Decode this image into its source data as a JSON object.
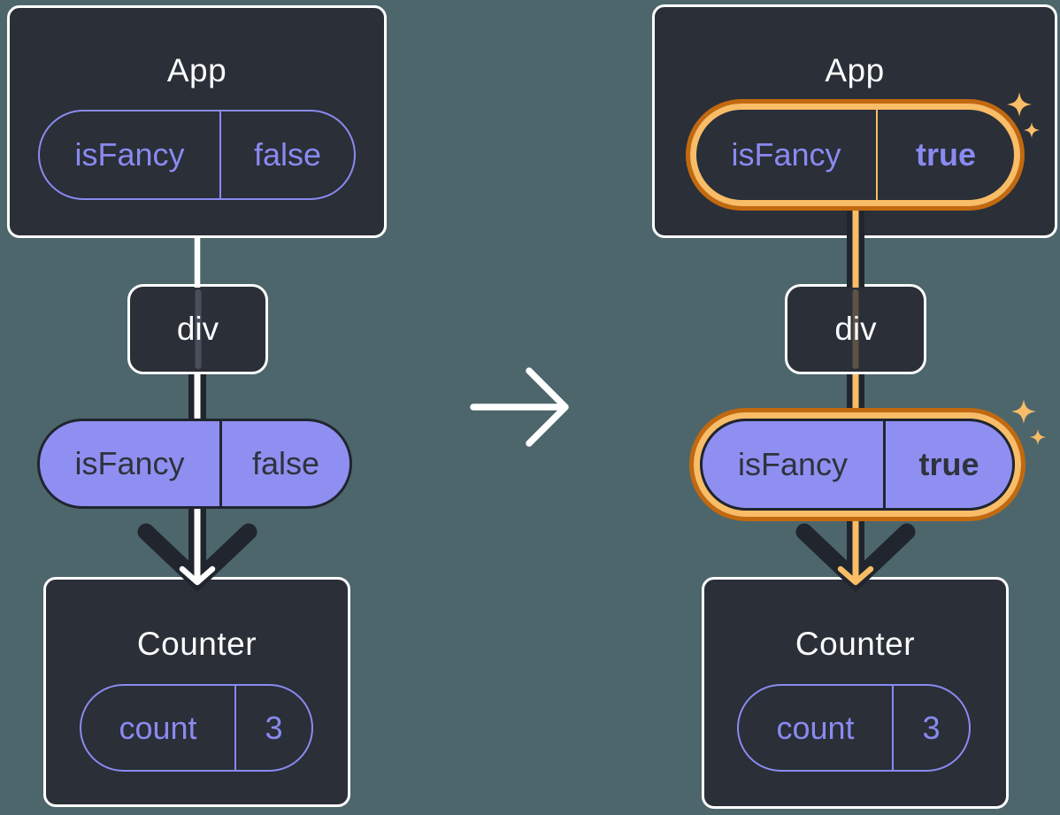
{
  "colors": {
    "bg": "#4D666C",
    "box": "#2A2F38",
    "dark": "#20252E",
    "white": "#FFFFFF",
    "textWhite": "#FAFBFC",
    "purple": "#8A8AF0",
    "purpleFill": "#8F8FF2",
    "pillDarkText": "#2E333D",
    "orangeDark": "#C2690F",
    "orangeLight": "#F9BC67"
  },
  "icons": {
    "transition_arrow": "right-arrow",
    "sparkle": "four-point-star",
    "prop_flow_arrowhead": "down-chevron"
  },
  "before": {
    "app": {
      "title": "App",
      "prop": {
        "name": "isFancy",
        "value": "false"
      }
    },
    "container": {
      "label": "div"
    },
    "passed_prop": {
      "name": "isFancy",
      "value": "false"
    },
    "counter": {
      "title": "Counter",
      "state": {
        "name": "count",
        "value": "3"
      }
    }
  },
  "after": {
    "app": {
      "title": "App",
      "prop": {
        "name": "isFancy",
        "value": "true"
      }
    },
    "container": {
      "label": "div"
    },
    "passed_prop": {
      "name": "isFancy",
      "value": "true"
    },
    "counter": {
      "title": "Counter",
      "state": {
        "name": "count",
        "value": "3"
      }
    }
  }
}
